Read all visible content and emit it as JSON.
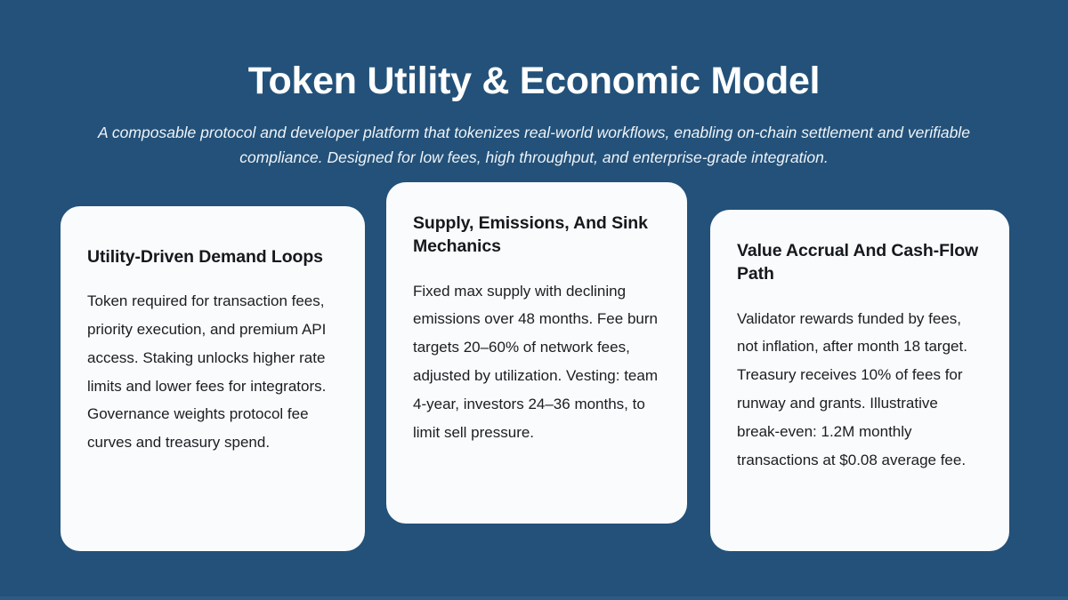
{
  "slide": {
    "background_color": "#235179",
    "title": "Token Utility & Economic Model",
    "subtitle": "A composable protocol and developer platform that tokenizes real-world workflows, enabling on-chain settlement and verifiable compliance. Designed for low fees, high throughput, and enterprise-grade integration.",
    "cards": [
      {
        "title": "Utility-Driven Demand Loops",
        "body": "Token required for transaction fees, priority execution, and premium API access. Staking unlocks higher rate limits and lower fees for integrators. Governance weights protocol fee curves and treasury spend.",
        "background_color": "#fafbfc"
      },
      {
        "title": "Supply, Emissions, And Sink Mechanics",
        "body": "Fixed max supply with declining emissions over 48 months. Fee burn targets 20–60% of network fees, adjusted by utilization. Vesting: team 4-year, investors 24–36 months, to limit sell pressure.",
        "background_color": "#fafbfc"
      },
      {
        "title": "Value Accrual And Cash-Flow Path",
        "body": "Validator rewards funded by fees, not inflation, after month 18 target. Treasury receives 10% of fees for runway and grants. Illustrative break-even: 1.2M monthly transactions at $0.08 average fee.",
        "background_color": "#fafbfc"
      }
    ]
  }
}
